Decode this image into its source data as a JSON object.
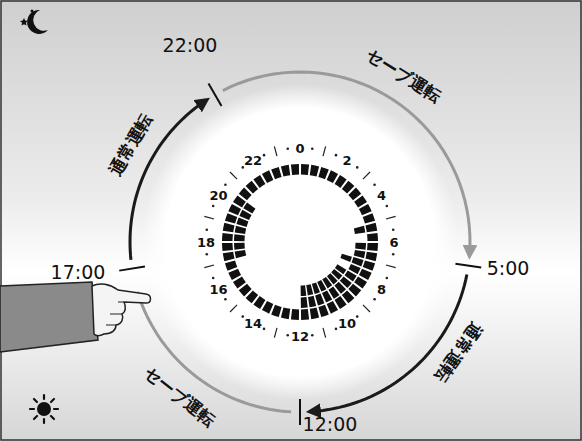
{
  "diagram": {
    "labels": [
      "22:00",
      "セーブ運転",
      "5:00",
      "通常運転",
      "12:00",
      "セーブ運転",
      "17:00",
      "通常運転",
      "0",
      "2",
      "4",
      "6",
      "8",
      "10",
      "12",
      "14",
      "16",
      "18",
      "20",
      "22"
    ]
  }
}
